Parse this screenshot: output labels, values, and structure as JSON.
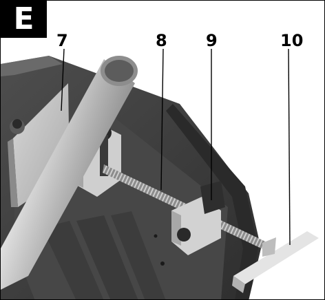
{
  "figure": {
    "letter": "E",
    "callouts": [
      {
        "label": "7"
      },
      {
        "label": "8"
      },
      {
        "label": "9"
      },
      {
        "label": "10"
      }
    ]
  }
}
